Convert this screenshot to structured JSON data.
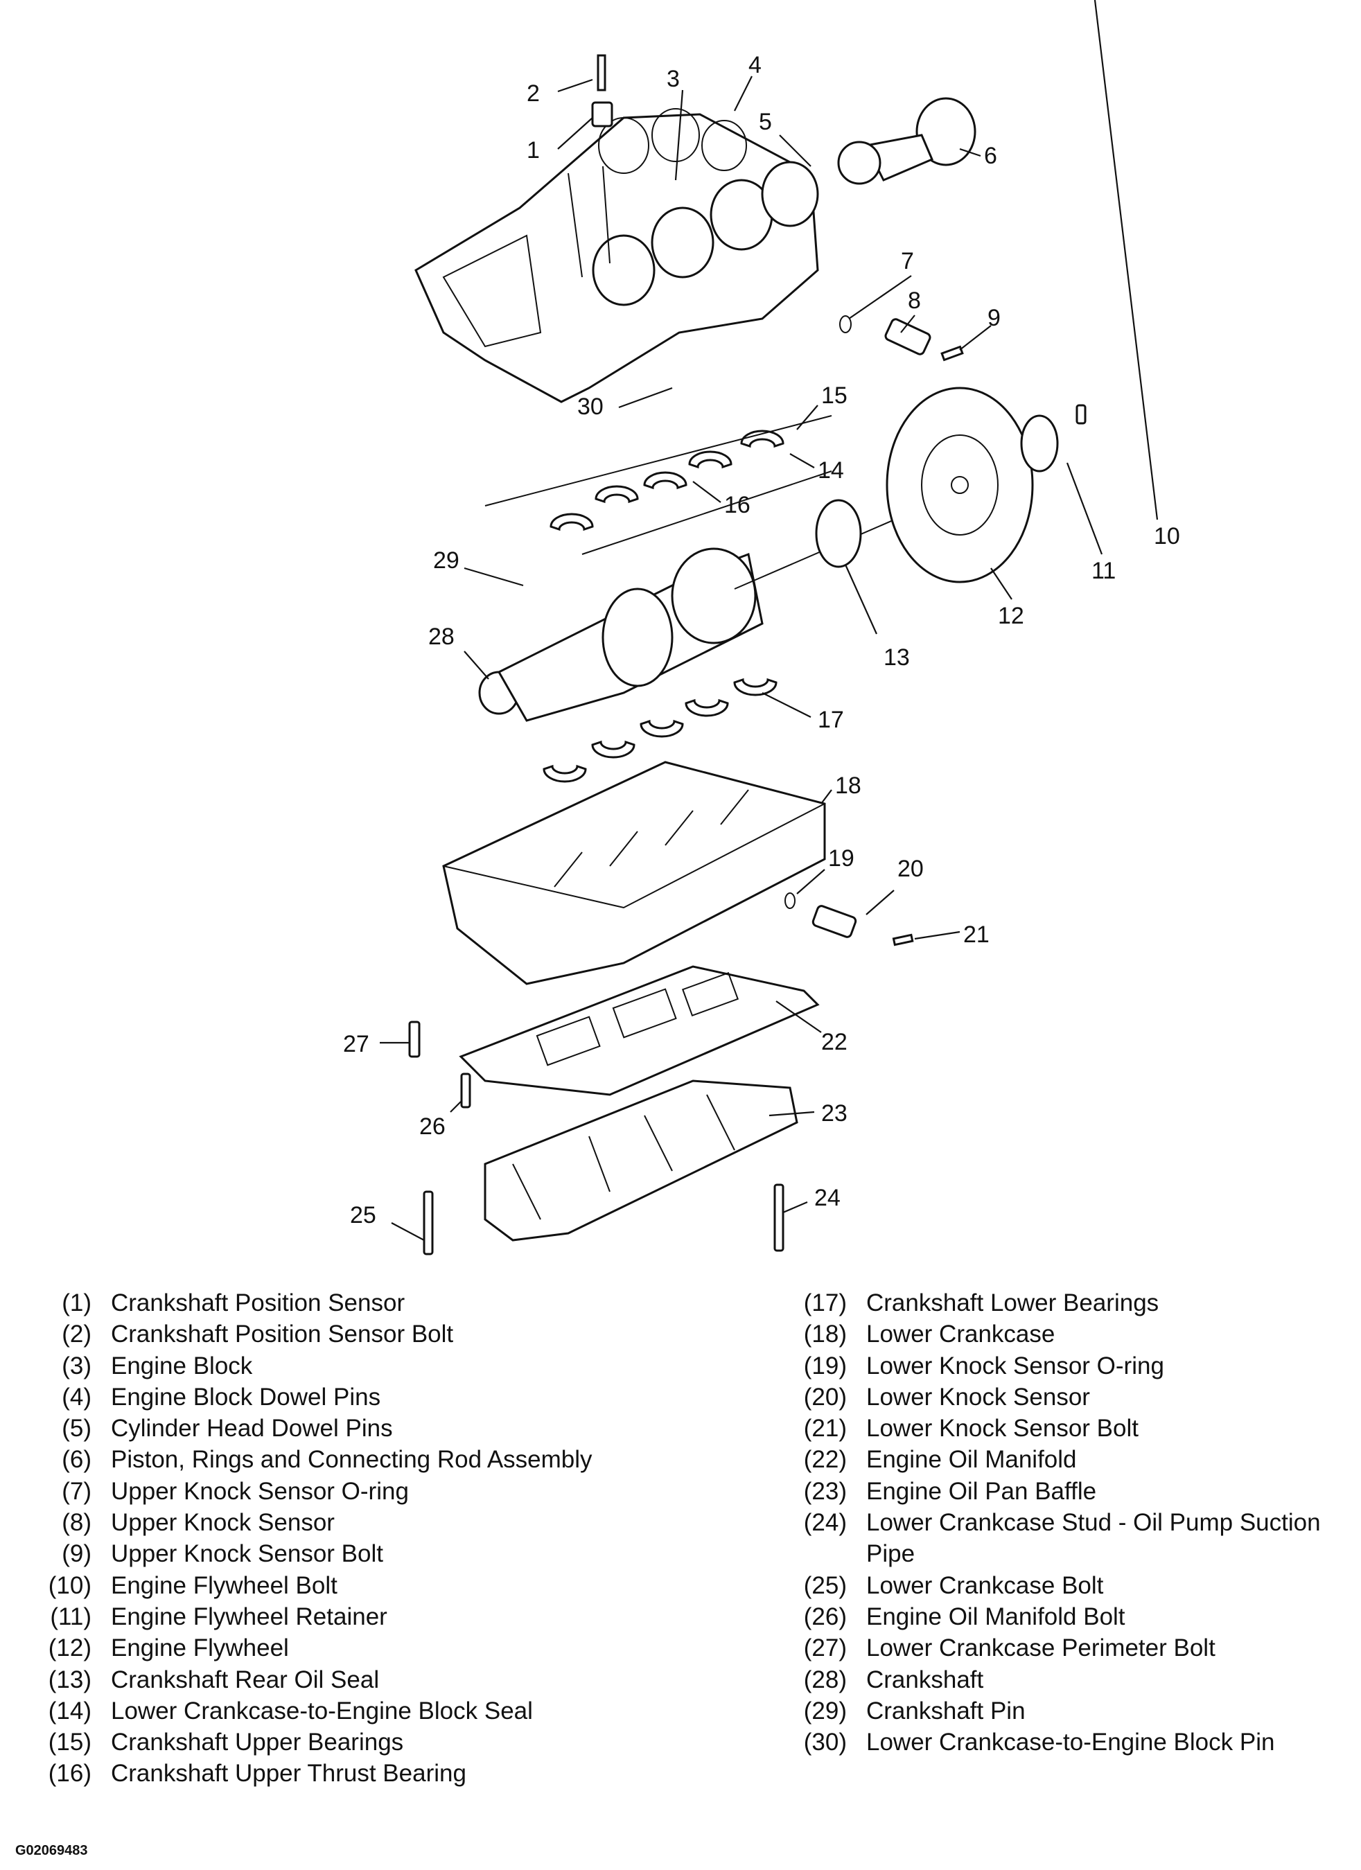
{
  "callouts": [
    "1",
    "2",
    "3",
    "4",
    "5",
    "6",
    "7",
    "8",
    "9",
    "10",
    "11",
    "12",
    "13",
    "14",
    "15",
    "16",
    "17",
    "18",
    "19",
    "20",
    "21",
    "22",
    "23",
    "24",
    "25",
    "26",
    "27",
    "28",
    "29",
    "30"
  ],
  "legend_left": [
    {
      "num": "(1)",
      "name": "Crankshaft Position Sensor"
    },
    {
      "num": "(2)",
      "name": "Crankshaft Position Sensor Bolt"
    },
    {
      "num": "(3)",
      "name": "Engine Block"
    },
    {
      "num": "(4)",
      "name": "Engine Block Dowel Pins"
    },
    {
      "num": "(5)",
      "name": "Cylinder Head Dowel Pins"
    },
    {
      "num": "(6)",
      "name": "Piston, Rings and Connecting Rod Assembly"
    },
    {
      "num": "(7)",
      "name": "Upper Knock Sensor O-ring"
    },
    {
      "num": "(8)",
      "name": "Upper Knock Sensor"
    },
    {
      "num": "(9)",
      "name": "Upper Knock Sensor Bolt"
    },
    {
      "num": "(10)",
      "name": "Engine Flywheel Bolt"
    },
    {
      "num": "(11)",
      "name": "Engine Flywheel Retainer"
    },
    {
      "num": "(12)",
      "name": "Engine Flywheel"
    },
    {
      "num": "(13)",
      "name": "Crankshaft Rear Oil Seal"
    },
    {
      "num": "(14)",
      "name": "Lower Crankcase-to-Engine Block Seal"
    },
    {
      "num": "(15)",
      "name": "Crankshaft Upper Bearings"
    },
    {
      "num": "(16)",
      "name": "Crankshaft Upper Thrust Bearing"
    }
  ],
  "legend_right": [
    {
      "num": "(17)",
      "name": "Crankshaft Lower Bearings"
    },
    {
      "num": "(18)",
      "name": "Lower Crankcase"
    },
    {
      "num": "(19)",
      "name": "Lower Knock Sensor O-ring"
    },
    {
      "num": "(20)",
      "name": "Lower Knock Sensor"
    },
    {
      "num": "(21)",
      "name": "Lower Knock Sensor Bolt"
    },
    {
      "num": "(22)",
      "name": "Engine Oil Manifold"
    },
    {
      "num": "(23)",
      "name": "Engine Oil Pan Baffle"
    },
    {
      "num": "(24)",
      "name": "Lower Crankcase Stud - Oil Pump Suction Pipe"
    },
    {
      "num": "(25)",
      "name": "Lower Crankcase Bolt"
    },
    {
      "num": "(26)",
      "name": "Engine Oil Manifold Bolt"
    },
    {
      "num": "(27)",
      "name": "Lower Crankcase Perimeter Bolt"
    },
    {
      "num": "(28)",
      "name": "Crankshaft"
    },
    {
      "num": "(29)",
      "name": "Crankshaft Pin"
    },
    {
      "num": "(30)",
      "name": "Lower Crankcase-to-Engine Block Pin"
    }
  ],
  "figure_id": "G02069483"
}
